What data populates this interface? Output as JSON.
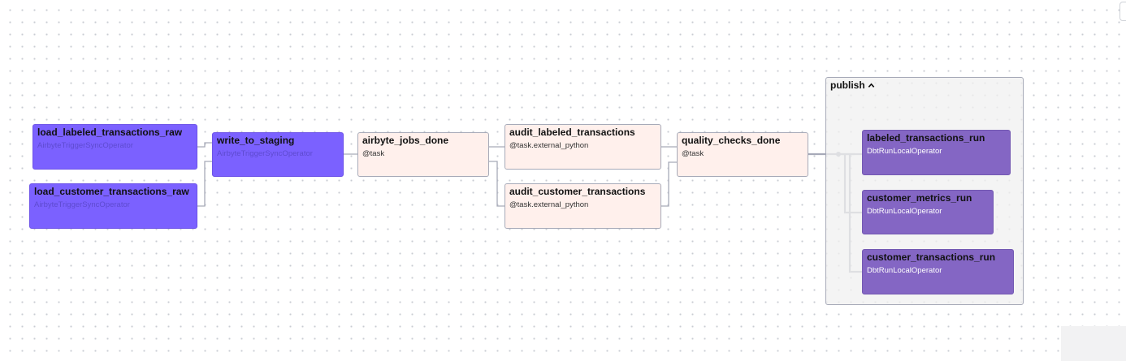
{
  "graph": {
    "nodes": [
      {
        "id": "load_labeled_transactions_raw",
        "name": "load_labeled_transactions_raw",
        "operator": "AirbyteTriggerSyncOperator"
      },
      {
        "id": "load_customer_transactions_raw",
        "name": "load_customer_transactions_raw",
        "operator": "AirbyteTriggerSyncOperator"
      },
      {
        "id": "write_to_staging",
        "name": "write_to_staging",
        "operator": "AirbyteTriggerSyncOperator"
      },
      {
        "id": "airbyte_jobs_done",
        "name": "airbyte_jobs_done",
        "operator": "@task"
      },
      {
        "id": "audit_labeled_transactions",
        "name": "audit_labeled_transactions",
        "operator": "@task.external_python"
      },
      {
        "id": "audit_customer_transactions",
        "name": "audit_customer_transactions",
        "operator": "@task.external_python"
      },
      {
        "id": "quality_checks_done",
        "name": "quality_checks_done",
        "operator": "@task"
      },
      {
        "id": "labeled_transactions_run",
        "name": "labeled_transactions_run",
        "operator": "DbtRunLocalOperator"
      },
      {
        "id": "customer_metrics_run",
        "name": "customer_metrics_run",
        "operator": "DbtRunLocalOperator"
      },
      {
        "id": "customer_transactions_run",
        "name": "customer_transactions_run",
        "operator": "DbtRunLocalOperator"
      }
    ],
    "edges": [
      [
        "load_labeled_transactions_raw",
        "write_to_staging"
      ],
      [
        "load_customer_transactions_raw",
        "write_to_staging"
      ],
      [
        "write_to_staging",
        "airbyte_jobs_done"
      ],
      [
        "airbyte_jobs_done",
        "audit_labeled_transactions"
      ],
      [
        "airbyte_jobs_done",
        "audit_customer_transactions"
      ],
      [
        "audit_labeled_transactions",
        "quality_checks_done"
      ],
      [
        "audit_customer_transactions",
        "quality_checks_done"
      ],
      [
        "quality_checks_done",
        "labeled_transactions_run"
      ],
      [
        "quality_checks_done",
        "customer_metrics_run"
      ],
      [
        "quality_checks_done",
        "customer_transactions_run"
      ]
    ],
    "group": {
      "label": "publish",
      "expanded": true,
      "members": [
        "labeled_transactions_run",
        "customer_metrics_run",
        "customer_transactions_run"
      ]
    },
    "colors": {
      "airbyte_operator": "#7b61ff",
      "task_operator": "#fff0ec",
      "dbt_operator": "#8466c4",
      "edge": "#a7aab8"
    }
  }
}
